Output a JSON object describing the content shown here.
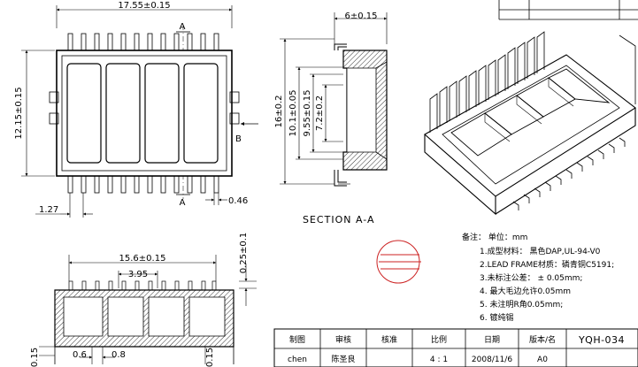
{
  "top_view": {
    "width_dim": "17.55±0.15",
    "height_dim": "12.15±0.15",
    "pitch_dim": "1.27",
    "lead_dim": "0.46",
    "section_a_top": "A",
    "section_a_bottom": "A",
    "view_b": "B"
  },
  "section_view": {
    "width_dim": "6±0.15",
    "dim_16": "16±0.2",
    "dim_101": "10.1±0.05",
    "dim_955": "9.55±0.15",
    "dim_72": "7.2±0.2",
    "title": "SECTION  A-A"
  },
  "bottom_view": {
    "width_dim": "15.6±0.15",
    "inner_dim": "3.95",
    "height_dim": "0.25±0.1",
    "left_dim": "0.6",
    "pitch_dim": "0.8",
    "bl_dim": "0.15",
    "br_dim": "0.15"
  },
  "notes": {
    "header": "备注：   单位：mm",
    "items": [
      "1.成型材料：  黑色DAP,UL-94-V0",
      "2.LEAD  FRAME材质：磷青铜C5191;",
      "3.未标注公差：  ± 0.05mm;",
      "4. 最大毛边允许0.05mm",
      "5. 未注明R角0.05mm;",
      "6. 镀纯锡"
    ]
  },
  "title_block": {
    "headers": [
      "制图",
      "审核",
      "核准",
      "比例",
      "日期",
      "版本/名"
    ],
    "values": [
      "chen",
      "陈圣良",
      "",
      "4 : 1",
      "2008/11/6",
      "A0"
    ],
    "drawing_no": "YQH-034"
  }
}
